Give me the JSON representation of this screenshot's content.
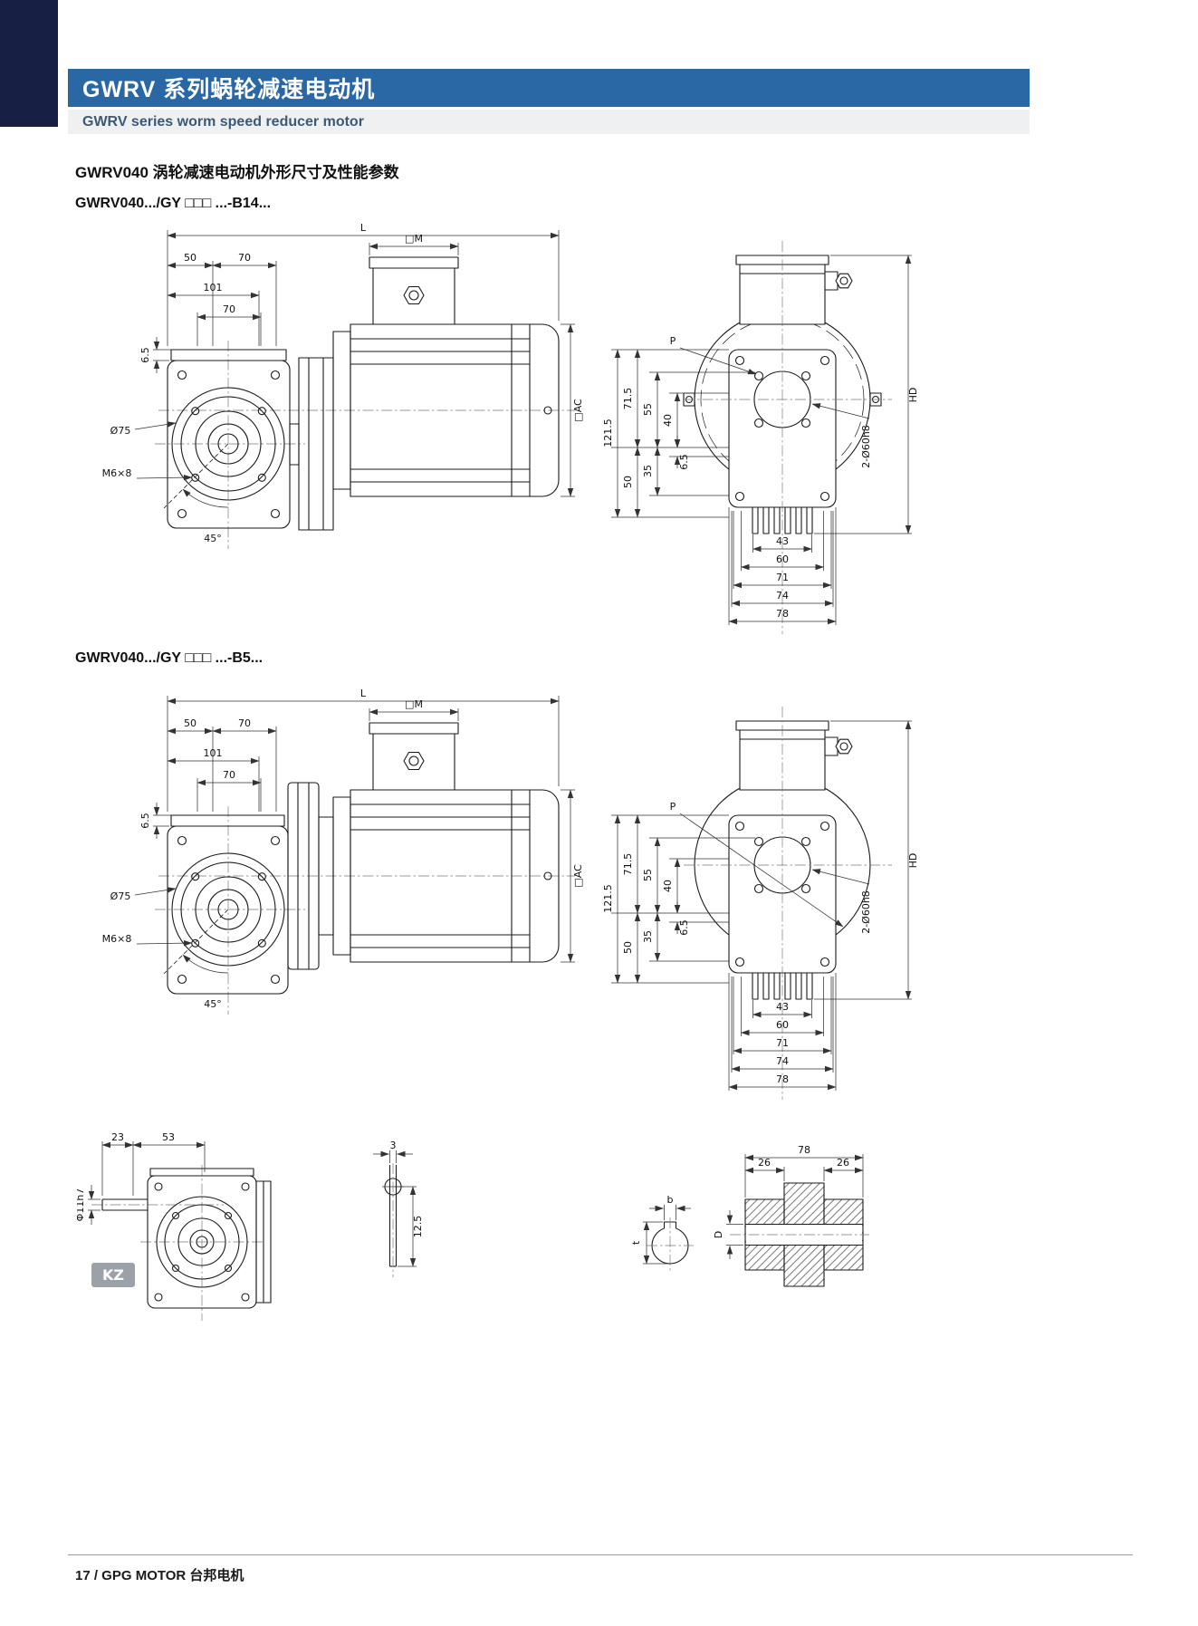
{
  "colors": {
    "header_band": "#2a67a5",
    "corner_block": "#171f45",
    "subtitle_text": "#3c5a76",
    "drawing_line": "#1a1a1a"
  },
  "header": {
    "title": "GWRV 系列蜗轮减速电动机",
    "subtitle": "GWRV series worm speed reducer motor"
  },
  "section": {
    "heading": "GWRV040 涡轮减速电动机外形尺寸及性能参数",
    "variant_b14": "GWRV040.../GY □□□ ...-B14...",
    "variant_b5": "GWRV040.../GY □□□ ...-B5..."
  },
  "dims": {
    "side": {
      "L": "L",
      "M": "□M",
      "AC": "□AC",
      "n50": "50",
      "n70": "70",
      "n101": "101",
      "n70b": "70",
      "n6_5": "6.5",
      "d75": "Ø75",
      "m6x8": "M6×8",
      "a45": "45°"
    },
    "rear": {
      "P": "P",
      "n121_5": "121.5",
      "n71_5": "71.5",
      "n55": "55",
      "n40": "40",
      "n50": "50",
      "n35": "35",
      "n6_5": "6.5",
      "n43": "43",
      "n60": "60",
      "n71": "71",
      "n74": "74",
      "n78": "78",
      "HD": "HD",
      "spigot": "2-Ø60h8"
    },
    "kz": {
      "n23": "23",
      "n53": "53",
      "shaft": "Φ11h7",
      "badge": "KZ"
    },
    "slot": {
      "n3": "3",
      "n12_5": "12.5"
    },
    "key": {
      "b": "b",
      "t": "t"
    },
    "hollow": {
      "n78": "78",
      "n26a": "26",
      "n26b": "26",
      "D": "D"
    }
  },
  "footer": {
    "text": "17 / GPG MOTOR 台邦电机"
  }
}
